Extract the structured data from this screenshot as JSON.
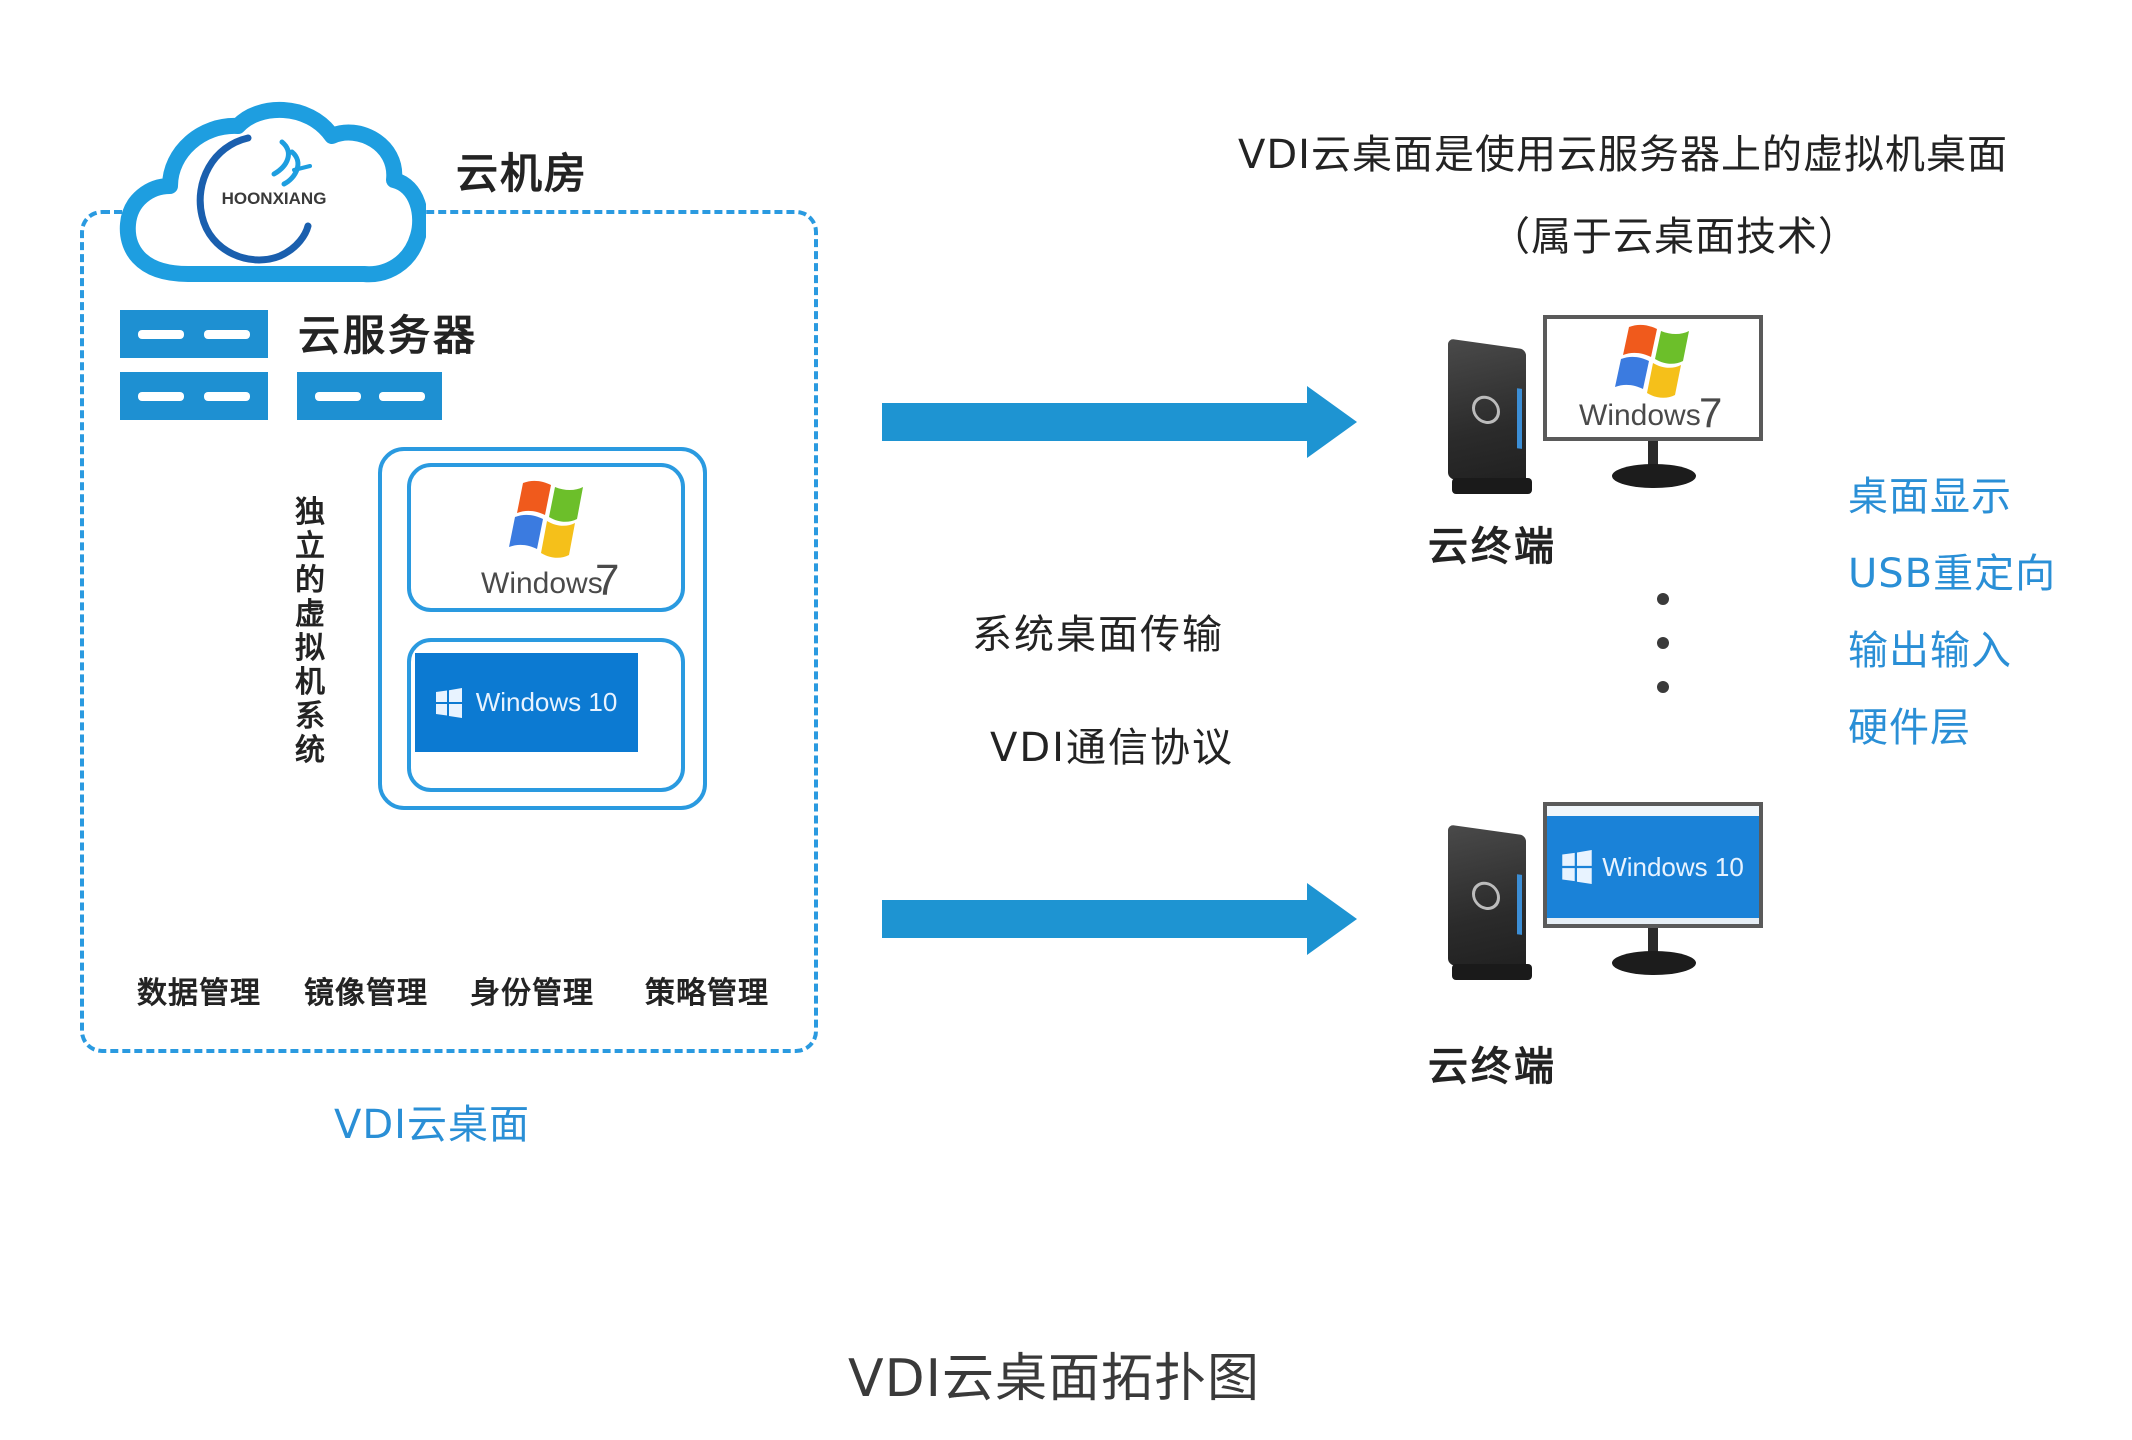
{
  "diagram": {
    "title": "VDI云桌面拓扑图",
    "datacenter": {
      "logo_text": "HOONXIANG",
      "room_label": "云机房",
      "server_label": "云服务器",
      "vm_label": "独立的虚拟机系统",
      "vm_systems": [
        {
          "name": "Windows",
          "version": "7"
        },
        {
          "name": "Windows 10"
        }
      ],
      "management": [
        "数据管理",
        "镜像管理",
        "身份管理",
        "策略管理"
      ],
      "box_caption": "VDI云桌面"
    },
    "transport": {
      "line1": "系统桌面传输",
      "line2": "VDI通信协议"
    },
    "description": {
      "line1": "VDI云桌面是使用云服务器上的虚拟机桌面",
      "line2": "（属于云桌面技术）"
    },
    "terminals": [
      {
        "label": "云终端",
        "screen_os": "Windows",
        "screen_version": "7"
      },
      {
        "label": "云终端",
        "screen_os": "Windows 10"
      }
    ],
    "features": [
      "桌面显示",
      "USB重定向",
      "输出输入",
      "硬件层"
    ],
    "colors": {
      "accent_blue": "#1e90d2",
      "text_blue": "#2a8fd6",
      "win10_blue": "#0c7ad2",
      "text_dark": "#232323"
    }
  }
}
